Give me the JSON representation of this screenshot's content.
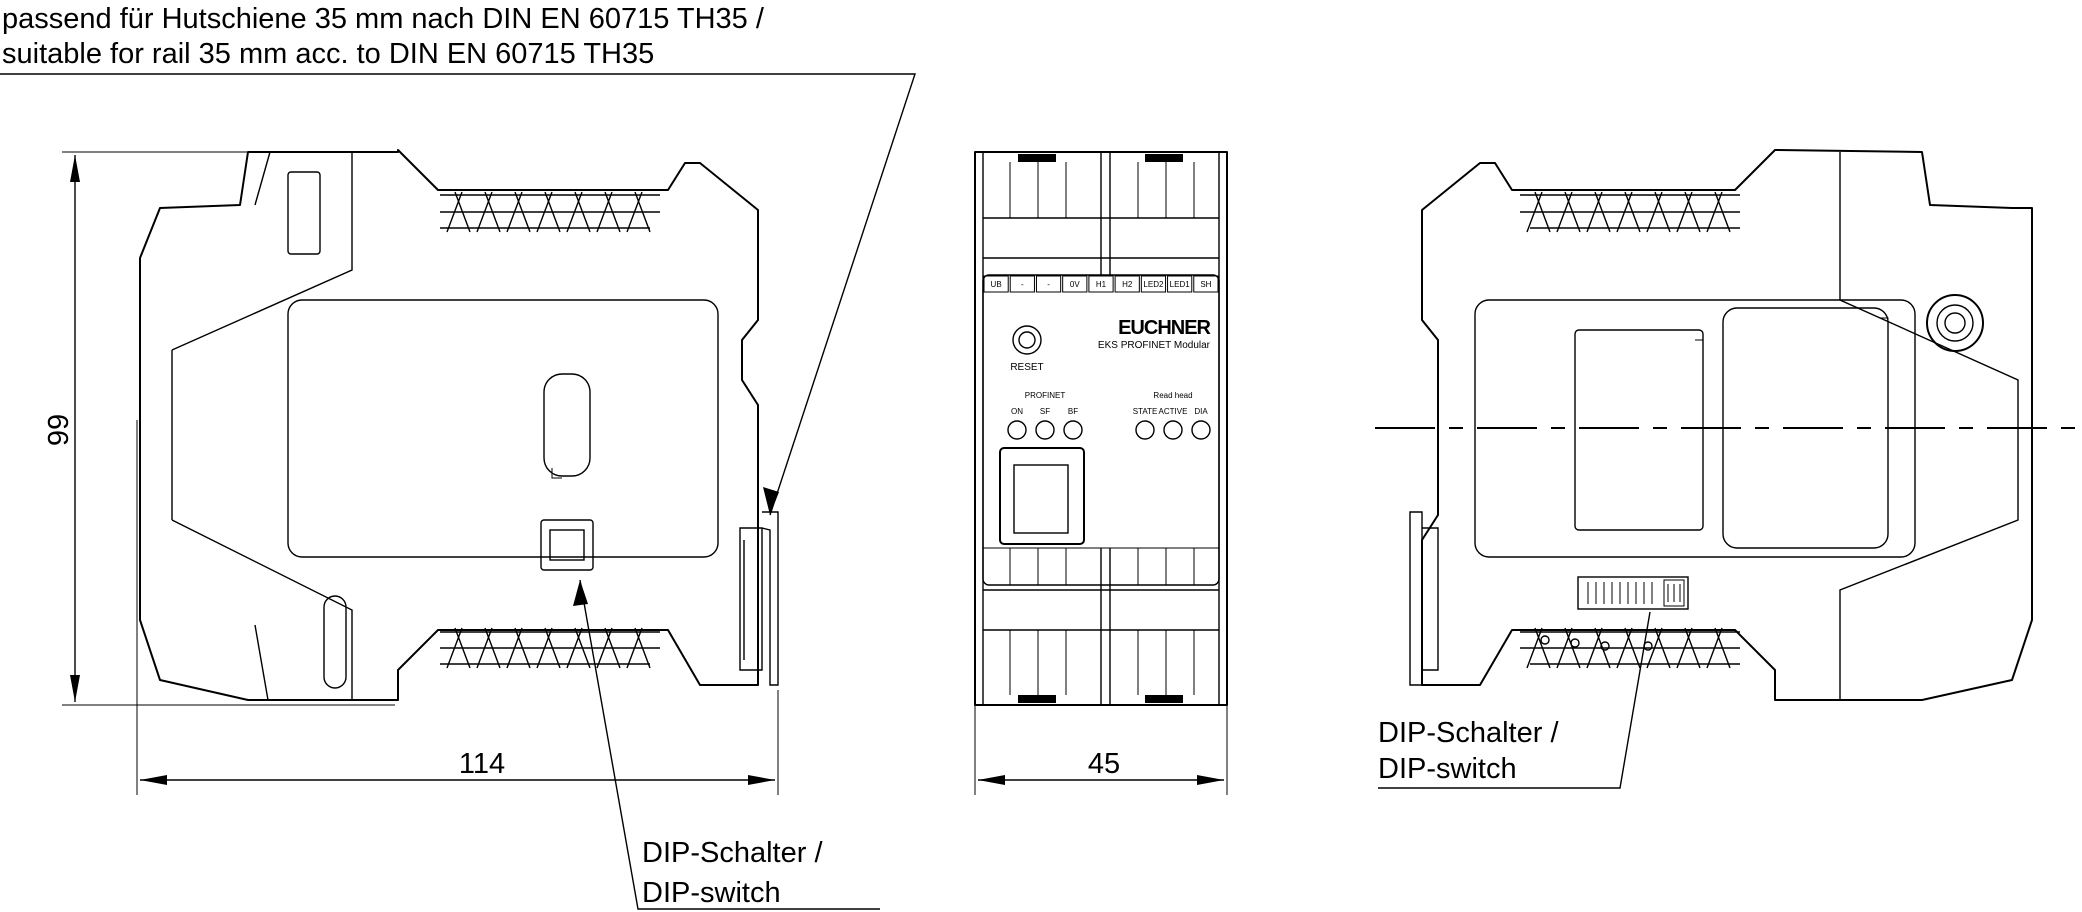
{
  "note_rail": {
    "line1": "passend für Hutschiene 35 mm nach DIN EN 60715 TH35 /",
    "line2": "suitable for rail 35 mm acc. to DIN EN 60715 TH35"
  },
  "dimensions": {
    "height": "99",
    "depth": "114",
    "width": "45"
  },
  "dip_callout_left": {
    "line1": "DIP-Schalter /",
    "line2": "DIP-switch"
  },
  "dip_callout_right": {
    "line1": "DIP-Schalter /",
    "line2": "DIP-switch"
  },
  "front_panel": {
    "terminals_top": [
      "UB",
      "-",
      "-",
      "0V",
      "H1",
      "H2",
      "LED2",
      "LED1",
      "SH"
    ],
    "brand": "EUCHNER",
    "model": "EKS PROFINET Modular",
    "reset_label": "RESET",
    "profinet_label": "PROFINET",
    "profinet_leds": [
      "ON",
      "SF",
      "BF"
    ],
    "readhead_label": "Read head",
    "readhead_leds": [
      "STATE",
      "ACTIVE",
      "DIA"
    ]
  }
}
